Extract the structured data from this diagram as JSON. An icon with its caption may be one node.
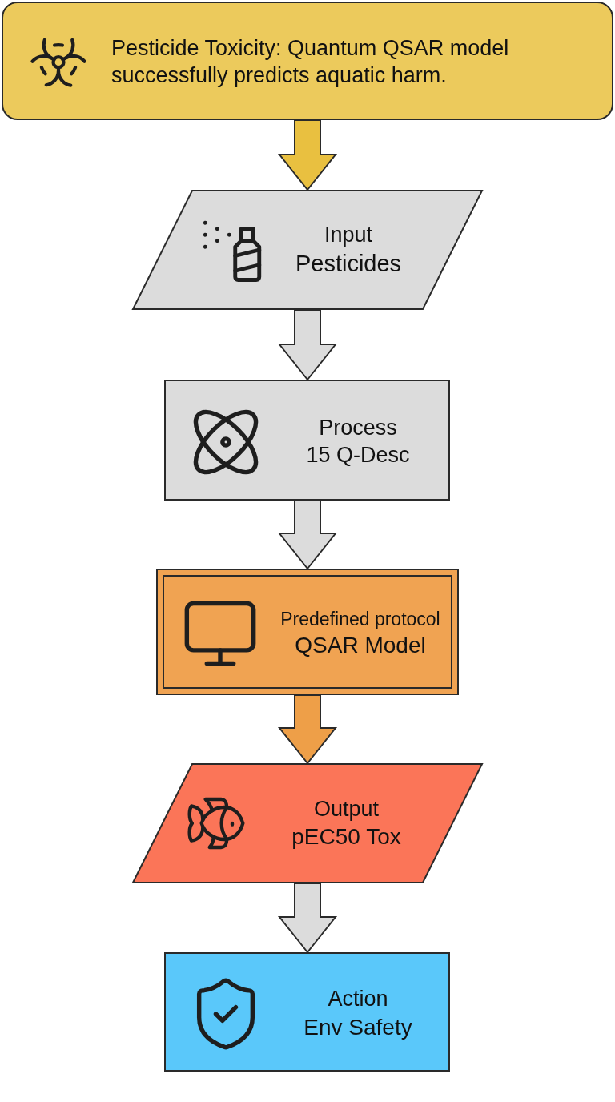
{
  "diagram": {
    "nodes": [
      {
        "text": [
          "Pesticide Toxicity: Quantum QSAR model successfully predicts aquatic harm."
        ]
      },
      {
        "text": [
          "Input",
          "Pesticides"
        ]
      },
      {
        "text": [
          "Process",
          "15 Q-Desc"
        ]
      },
      {
        "text": [
          "Predefined protocol",
          "QSAR Model"
        ]
      },
      {
        "text": [
          "Output",
          "pEC50 Tox"
        ]
      },
      {
        "text": [
          "Action",
          "Env Safety"
        ]
      }
    ],
    "edges": [
      {
        "from": 0,
        "to": 1,
        "arrow": "to",
        "color": "#e9c040"
      },
      {
        "from": 1,
        "to": 2,
        "arrow": "to"
      },
      {
        "from": 2,
        "to": 3,
        "arrow": "to"
      },
      {
        "from": 3,
        "to": 4,
        "arrow": "to",
        "color": "#ee9f48"
      },
      {
        "from": 4,
        "to": 5,
        "arrow": "to"
      }
    ]
  }
}
